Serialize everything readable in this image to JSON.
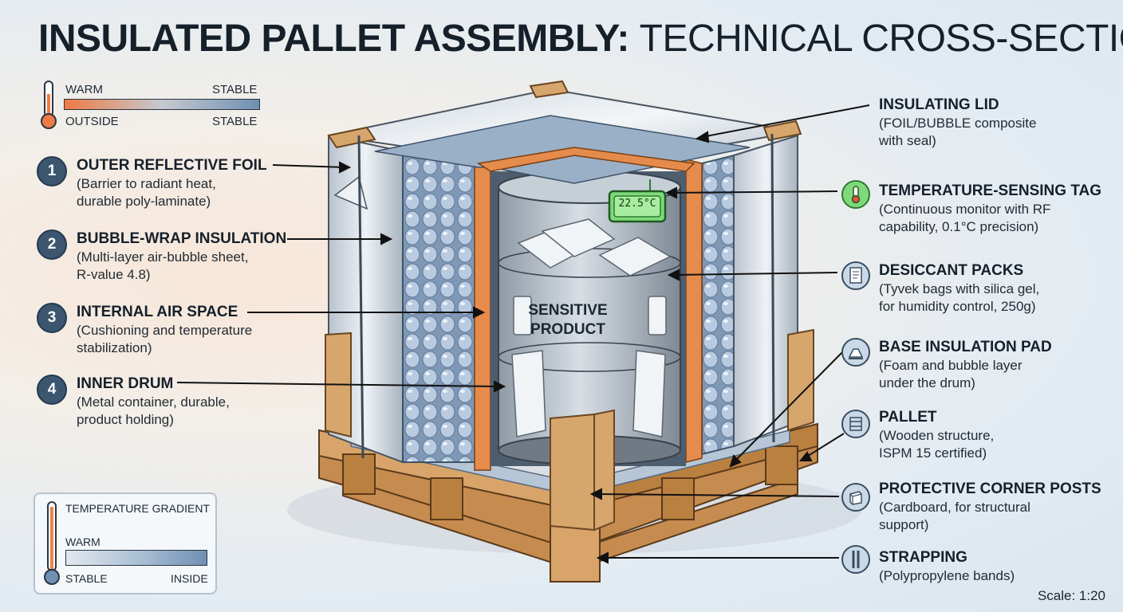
{
  "title": {
    "bold": "INSULATED PALLET ASSEMBLY:",
    "light": "TECHNICAL CROSS-SECTION"
  },
  "legend_top": {
    "warm": "WARM",
    "stable_right": "STABLE",
    "outside": "OUTSIDE",
    "stable_right2": "STABLE"
  },
  "left_callouts": [
    {
      "number": "1",
      "heading": "OUTER REFLECTIVE FOIL",
      "desc": "(Barrier to radiant heat,\ndurable poly-laminate)"
    },
    {
      "number": "2",
      "heading": "BUBBLE-WRAP INSULATION",
      "desc": "(Multi-layer air-bubble sheet,\nR-value 4.8)"
    },
    {
      "number": "3",
      "heading": "INTERNAL AIR SPACE",
      "desc": "(Cushioning and temperature\nstabilization)"
    },
    {
      "number": "4",
      "heading": "INNER DRUM",
      "desc": "(Metal container, durable,\nproduct holding)"
    }
  ],
  "right_callouts": [
    {
      "icon": "",
      "heading": "INSULATING LID",
      "desc": "(FOIL/BUBBLE composite\nwith seal)"
    },
    {
      "icon": "thermometer-icon",
      "heading": "TEMPERATURE-SENSING TAG",
      "desc": "(Continuous monitor with RF\ncapability, 0.1°C precision)"
    },
    {
      "icon": "document-icon",
      "heading": "DESICCANT PACKS",
      "desc": "(Tyvek bags with silica gel,\nfor humidity control, 250g)"
    },
    {
      "icon": "base-pad-icon",
      "heading": "BASE INSULATION PAD",
      "desc": "(Foam and bubble layer\nunder the drum)"
    },
    {
      "icon": "pallet-icon",
      "heading": "PALLET",
      "desc": "(Wooden structure,\nISPM 15 certified)"
    },
    {
      "icon": "box-icon",
      "heading": "PROTECTIVE CORNER POSTS",
      "desc": "(Cardboard, for structural\nsupport)"
    },
    {
      "icon": "strap-icon",
      "heading": "STRAPPING",
      "desc": "(Polypropylene bands)"
    }
  ],
  "drum_label": "SENSITIVE\nPRODUCT",
  "tag_display": "22.5°C",
  "legend_box": {
    "title": "TEMPERATURE GRADIENT",
    "warm": "WARM",
    "stable": "STABLE",
    "inside": "INSIDE"
  },
  "scale": "Scale: 1:20",
  "colors": {
    "foil": "#c9d2db",
    "bubble": "#8ea7c2",
    "cardboard": "#d6a66c",
    "wood": "#c58b4f",
    "warm": "#ee7a45",
    "cool": "#6f90b3",
    "badge": "#3c5670",
    "tag": "#7fd97a"
  }
}
